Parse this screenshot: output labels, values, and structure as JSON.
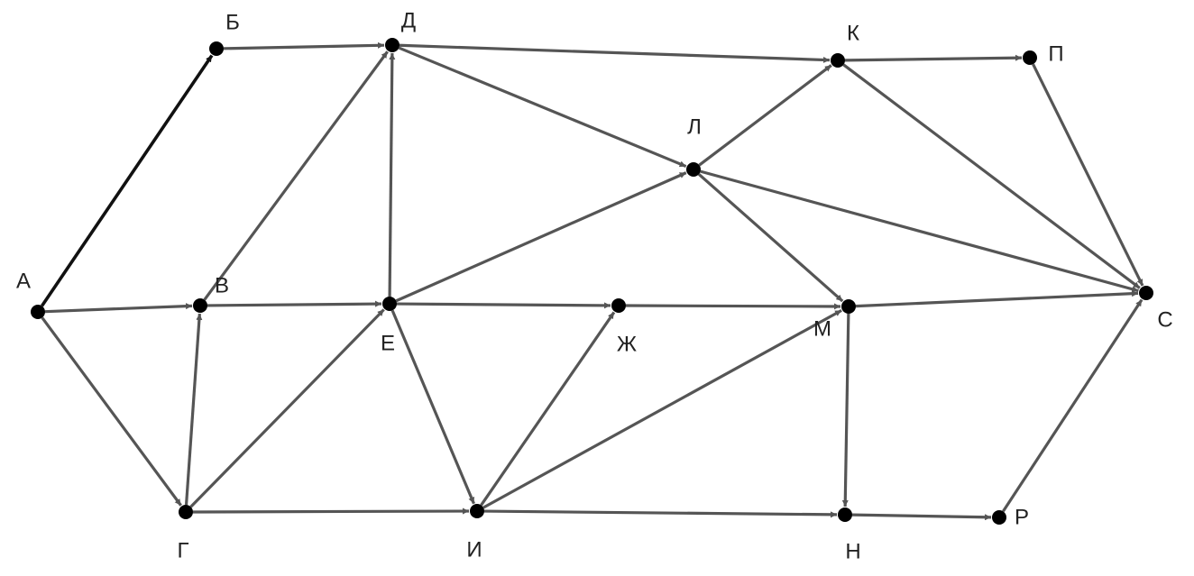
{
  "nodes": [
    {
      "id": "A",
      "label": "А"
    },
    {
      "id": "B",
      "label": "Б"
    },
    {
      "id": "V",
      "label": "В"
    },
    {
      "id": "G",
      "label": "Г"
    },
    {
      "id": "D",
      "label": "Д"
    },
    {
      "id": "E",
      "label": "Е"
    },
    {
      "id": "ZH",
      "label": "Ж"
    },
    {
      "id": "I",
      "label": "И"
    },
    {
      "id": "K",
      "label": "К"
    },
    {
      "id": "L",
      "label": "Л"
    },
    {
      "id": "M",
      "label": "М"
    },
    {
      "id": "N",
      "label": "Н"
    },
    {
      "id": "P",
      "label": "П"
    },
    {
      "id": "R",
      "label": "Р"
    },
    {
      "id": "S",
      "label": "С"
    }
  ],
  "edges": [
    {
      "from": "A",
      "to": "B",
      "emphasis": true
    },
    {
      "from": "A",
      "to": "V"
    },
    {
      "from": "A",
      "to": "G"
    },
    {
      "from": "B",
      "to": "D"
    },
    {
      "from": "V",
      "to": "D"
    },
    {
      "from": "V",
      "to": "E"
    },
    {
      "from": "G",
      "to": "V"
    },
    {
      "from": "G",
      "to": "E"
    },
    {
      "from": "G",
      "to": "I"
    },
    {
      "from": "E",
      "to": "D"
    },
    {
      "from": "E",
      "to": "L"
    },
    {
      "from": "E",
      "to": "ZH"
    },
    {
      "from": "E",
      "to": "I"
    },
    {
      "from": "D",
      "to": "K"
    },
    {
      "from": "D",
      "to": "L"
    },
    {
      "from": "ZH",
      "to": "M"
    },
    {
      "from": "I",
      "to": "ZH"
    },
    {
      "from": "I",
      "to": "M"
    },
    {
      "from": "I",
      "to": "N"
    },
    {
      "from": "L",
      "to": "K"
    },
    {
      "from": "L",
      "to": "M"
    },
    {
      "from": "L",
      "to": "S"
    },
    {
      "from": "K",
      "to": "P"
    },
    {
      "from": "K",
      "to": "S"
    },
    {
      "from": "P",
      "to": "S"
    },
    {
      "from": "M",
      "to": "S"
    },
    {
      "from": "M",
      "to": "N"
    },
    {
      "from": "N",
      "to": "R"
    },
    {
      "from": "R",
      "to": "S"
    }
  ],
  "colors": {
    "edge": "#555555",
    "node": "#000000",
    "label": "#222222"
  }
}
